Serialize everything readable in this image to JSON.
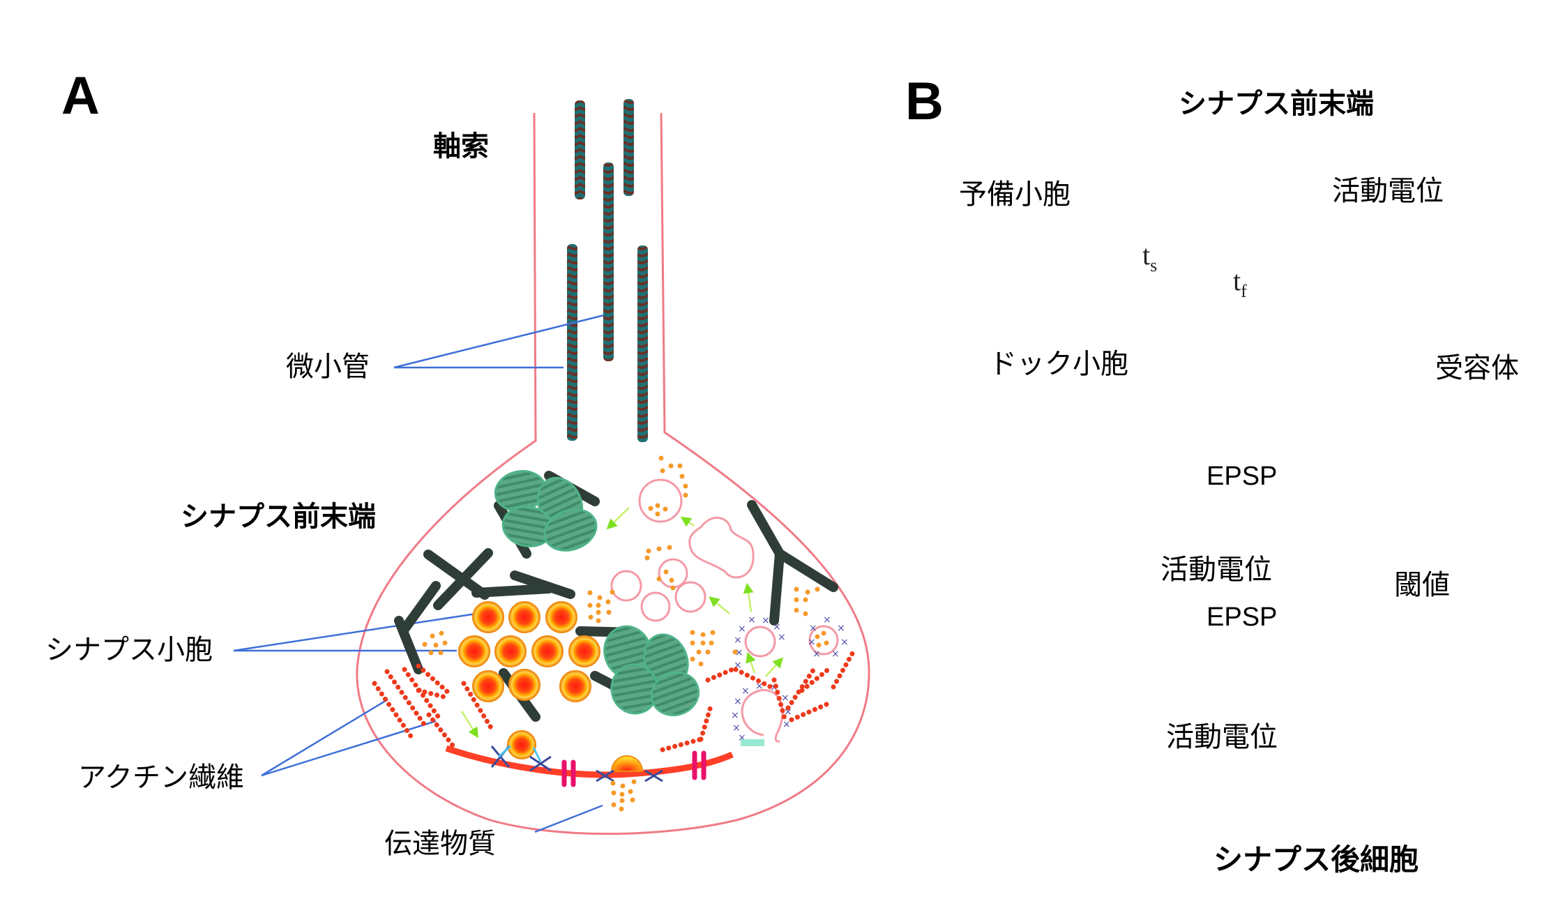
{
  "panels": {
    "a": {
      "letter": "A",
      "labels": {
        "axon": "軸索",
        "microtubule": "微小管",
        "presynaptic_terminal": "シナプス前末端",
        "synaptic_vesicle": "シナプス小胞",
        "actin_filament": "アクチン繊維",
        "neurotransmitter": "伝達物質"
      }
    },
    "b": {
      "letter": "B",
      "labels": {
        "presynaptic_terminal": "シナプス前末端",
        "reserve_vesicle": "予備小胞",
        "action_potential_top": "活動電位",
        "ts": "t",
        "ts_sub": "s",
        "tf": "t",
        "tf_sub": "f",
        "docked_vesicle": "ドック小胞",
        "receptor": "受容体",
        "epsp_top": "EPSP",
        "action_potential_mid": "活動電位",
        "threshold": "閾値",
        "epsp_mid": "EPSP",
        "action_potential_bottom": "活動電位",
        "postsynaptic_cell": "シナプス後細胞"
      }
    }
  },
  "colors": {
    "membrane_a": "#f07a86",
    "microtubule_dark": "#2f3d37",
    "microtubule_teal": "#1f6f73",
    "microtubule_brown": "#6b2f25",
    "mitochondria": "#3e9a72",
    "vesicle_outer": "#f2a20a",
    "vesicle_core": "#ff2a10",
    "actin": "#ee3a1c",
    "transmitter": "#f59a2a",
    "endosome": "#f49aa6",
    "clathrin": "#4c4ca8",
    "arrow_green": "#b8f03a",
    "channel": "#e8126a",
    "leader": "#3e6fd8",
    "membrane_b": "#3457a8",
    "vesicle_b": "#f7c500",
    "trace": "#2c4fa0"
  }
}
